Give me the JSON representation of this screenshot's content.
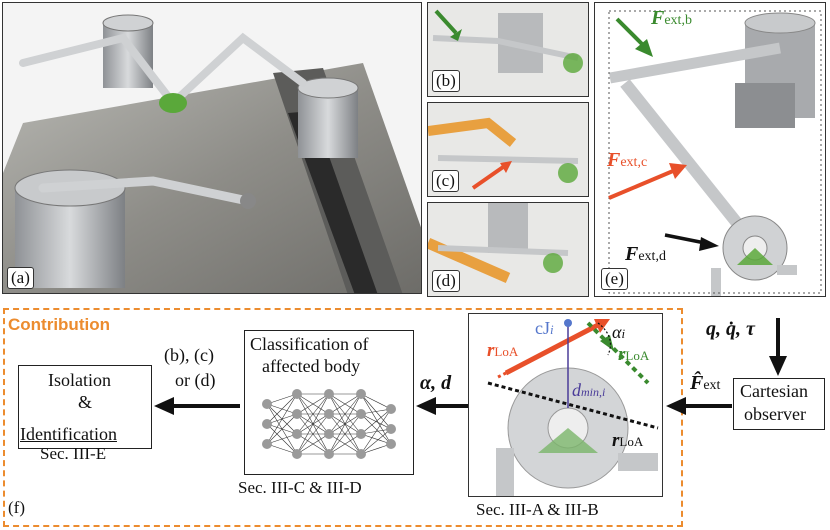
{
  "panel_labels": {
    "a": "(a)",
    "b": "(b)",
    "c": "(c)",
    "d": "(d)",
    "e": "(e)",
    "f": "(f)"
  },
  "contribution_label": "Contribution",
  "forces": {
    "f_ext_b": {
      "sym": "F",
      "sub": "ext,b",
      "color": "#3a8a2e"
    },
    "f_ext_c": {
      "sym": "F",
      "sub": "ext,c",
      "color": "#e8502a"
    },
    "f_ext_d": {
      "sym": "F",
      "sub": "ext,d",
      "color": "#111111"
    }
  },
  "observer": {
    "line1": "Cartesian",
    "line2": "observer",
    "inputs": "q, q̇, τ",
    "output_sym": "F̂",
    "output_sub": "ext"
  },
  "geometry_panel": {
    "caption": "Sec. III-A & III-B",
    "cj": "cJ",
    "cj_sub": "i",
    "alpha": "α",
    "alpha_sub": "i",
    "r_loa": "r",
    "r_loa_sub": "LoA",
    "dmin": "d",
    "dmin_sub": "min,i"
  },
  "classifier": {
    "line1": "Classification of",
    "line2": "affected body",
    "caption": "Sec. III-C & III-D",
    "inputs": "α, d"
  },
  "isolation": {
    "line1": "Isolation",
    "line2": "&",
    "line3": "Identification",
    "caption": "Sec. III-E"
  },
  "choice": {
    "line1": "(b), (c)",
    "line2": "or (d)"
  },
  "colors": {
    "contribution": "#ec8c2f",
    "green": "#3a8a2e",
    "red": "#e8502a",
    "blue": "#5577cc",
    "purple": "#4a3c99"
  }
}
